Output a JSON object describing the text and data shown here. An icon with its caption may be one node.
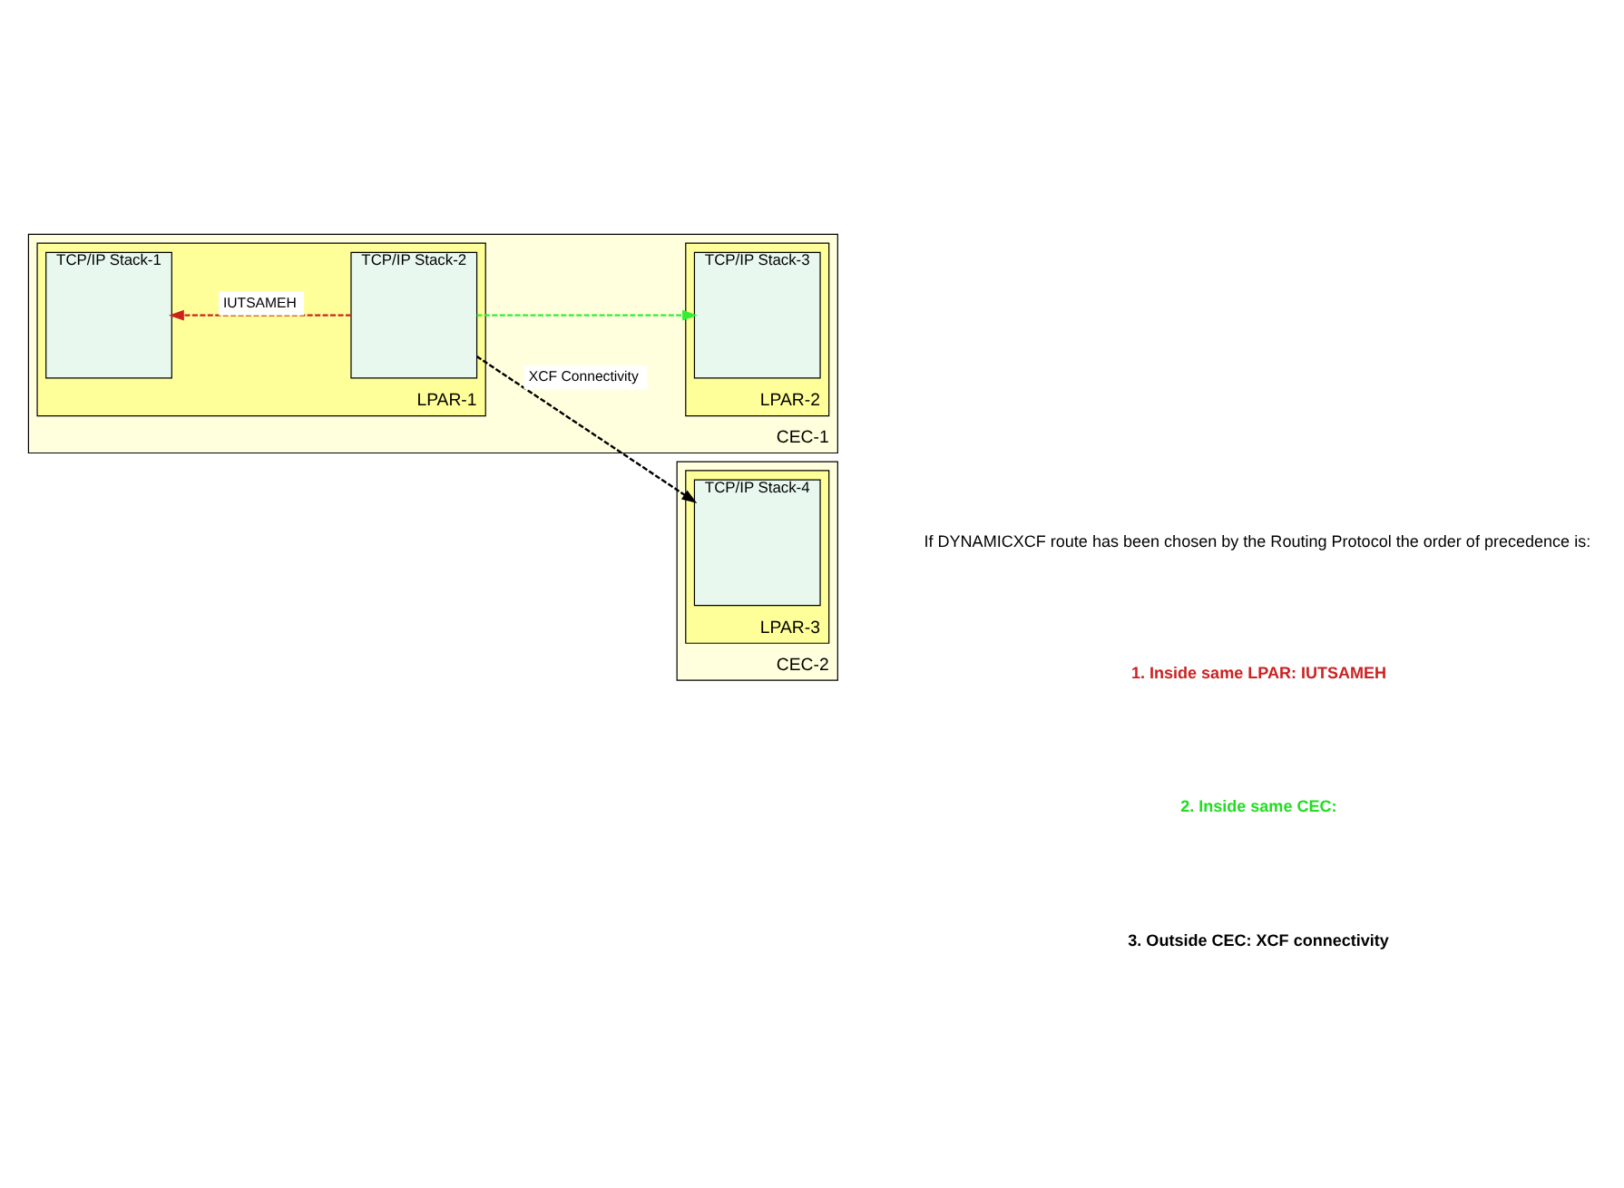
{
  "diagram": {
    "nodes": [
      {
        "text": [
          "CEC-1"
        ]
      },
      {
        "text": [
          "LPAR-1"
        ],
        "in": 0
      },
      {
        "text": [
          "TCP/IP Stack-1"
        ],
        "in": 1
      },
      {
        "text": [
          "TCP/IP Stack-2"
        ],
        "in": 1
      },
      {
        "text": [
          "LPAR-2"
        ],
        "in": 0
      },
      {
        "text": [
          "TCP/IP Stack-3"
        ],
        "in": 4
      },
      {
        "text": [
          "CEC-2"
        ]
      },
      {
        "text": [
          "LPAR-3"
        ],
        "in": 6
      },
      {
        "text": [
          "TCP/IP Stack-4"
        ],
        "in": 7
      }
    ],
    "edges": [
      {
        "from": 3,
        "to": 2,
        "arrow": "to",
        "label": "IUTSAMEH",
        "style": "dashed",
        "color": "#cc2222"
      },
      {
        "from": 3,
        "to": 5,
        "arrow": "to",
        "style": "dashed",
        "color": "#33ee33"
      },
      {
        "from": 3,
        "to": 8,
        "arrow": "to",
        "label": "XCF Connectivity",
        "style": "dashed",
        "color": "#000000"
      }
    ],
    "labels": [
      "If DYNAMICXCF route has been chosen by the Routing Protocol the order of precedence is:",
      "1. Inside same LPAR: IUTSAMEH",
      "2. Inside same CEC:",
      "3. Outside CEC: XCF connectivity"
    ]
  }
}
